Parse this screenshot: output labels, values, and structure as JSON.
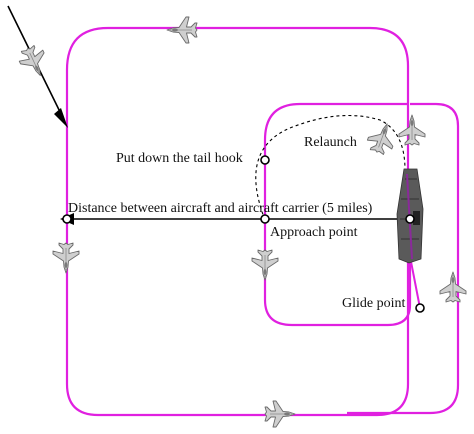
{
  "labels": {
    "tail_hook": "Put down the tail hook",
    "relaunch": "Relaunch",
    "distance": "Distance between aircraft and aircraft carrier (5 miles)",
    "approach_point": "Approach point",
    "glide_point": "Glide point"
  },
  "colors": {
    "pattern_path": "#e020e0",
    "arrow": "#000000",
    "aircraft_fill": "#cfcfcf",
    "aircraft_stroke": "#6a6a6a",
    "carrier_hull": "#5a5a5a",
    "carrier_accent": "#8a2a9a"
  },
  "icons": {
    "aircraft": "fighter-jet-icon",
    "carrier": "aircraft-carrier-icon",
    "waypoint": "circle-marker-icon"
  }
}
